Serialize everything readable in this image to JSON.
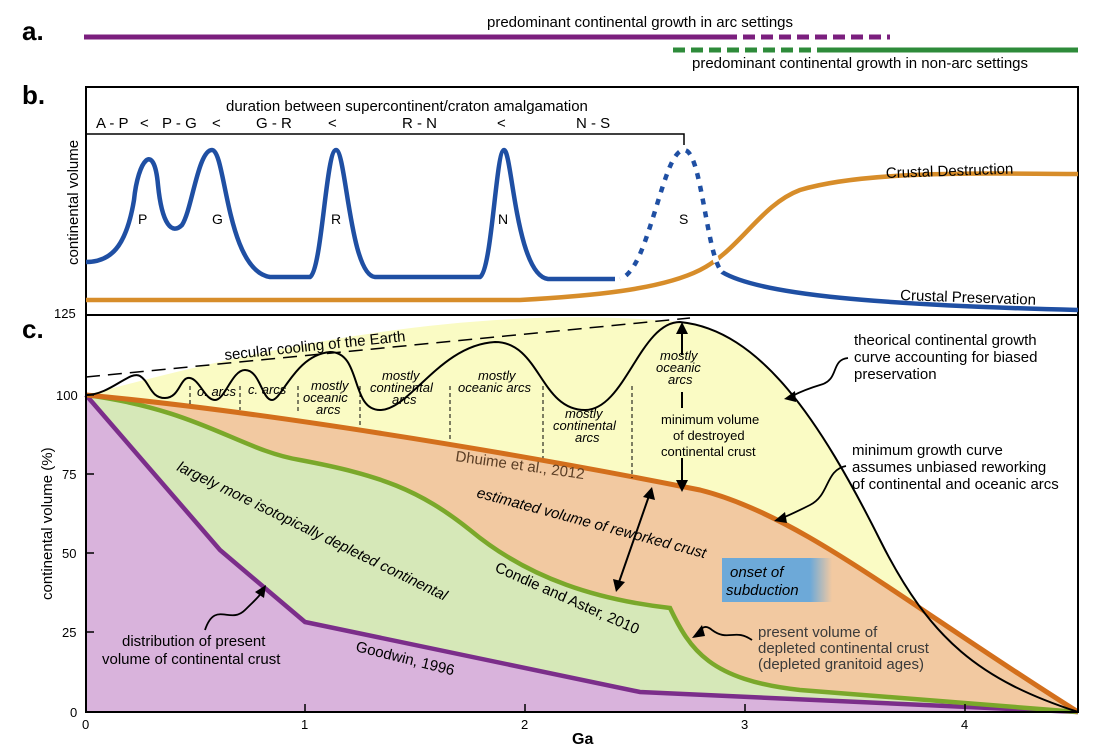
{
  "panel_a": {
    "label": "a.",
    "arc_text": "predominant continental growth in arc settings",
    "non_arc_text": "predominant continental growth in non-arc settings",
    "arc_color": "#7b1f7e",
    "non_arc_color": "#2e8b3a"
  },
  "panel_b": {
    "label": "b.",
    "ylabel": "continental volume",
    "duration_title": "duration between supercontinent/craton amalgamation",
    "intervals": [
      "A - P",
      "<",
      "P - G",
      "<",
      "G - R",
      "<",
      "R - N",
      "<",
      "N - S"
    ],
    "peaks": [
      "P",
      "G",
      "R",
      "N",
      "S"
    ],
    "destruction_label": "Crustal Destruction",
    "preservation_label": "Crustal Preservation",
    "blue": "#1f4fa3",
    "orange": "#d78d2a"
  },
  "panel_c": {
    "label": "c.",
    "ylabel": "continental volume (%)",
    "xlabel": "Ga",
    "x_ticks": [
      "0",
      "1",
      "2",
      "3",
      "4"
    ],
    "y_ticks": [
      "0",
      "25",
      "50",
      "75",
      "100",
      "125"
    ],
    "secular": "secular cooling of the Earth",
    "arc_labels": [
      "o. arcs",
      "c. arcs",
      "mostly\noceanic\narcs",
      "mostly\ncontinental\narcs",
      "mostly\noceanic arcs",
      "mostly\ncontinental\narcs",
      "mostly\noceanic\narcs"
    ],
    "min_destroyed": "minimum volume\nof destroyed\ncontinental crust",
    "dhuime": "Dhuime et al., 2012",
    "reworked": "estimated volume of reworked crust",
    "onset": "onset of\nsubduction",
    "condie": "Condie and Aster, 2010",
    "depleted": "largely more isotopically depleted continental",
    "goodwin": "Goodwin, 1996",
    "distribution": "distribution of present\nvolume of continental crust",
    "present_depleted": "present volume of\ndepleted continental crust\n(depleted granitoid ages)",
    "theoretical": "theorical continental growth\ncurve accounting for biased\npreservation",
    "min_growth": "minimum growth curve\nassumes unbiased reworking\nof continental and oceanic arcs",
    "colors": {
      "purple_fill": "#d9b3dc",
      "green_fill": "#d6e8b8",
      "orange_fill": "#f2c9a1",
      "yellow_fill": "#fafbc4",
      "purple_line": "#7b2e8a",
      "green_line": "#7aa82a",
      "orange_line": "#d36f1c"
    }
  }
}
